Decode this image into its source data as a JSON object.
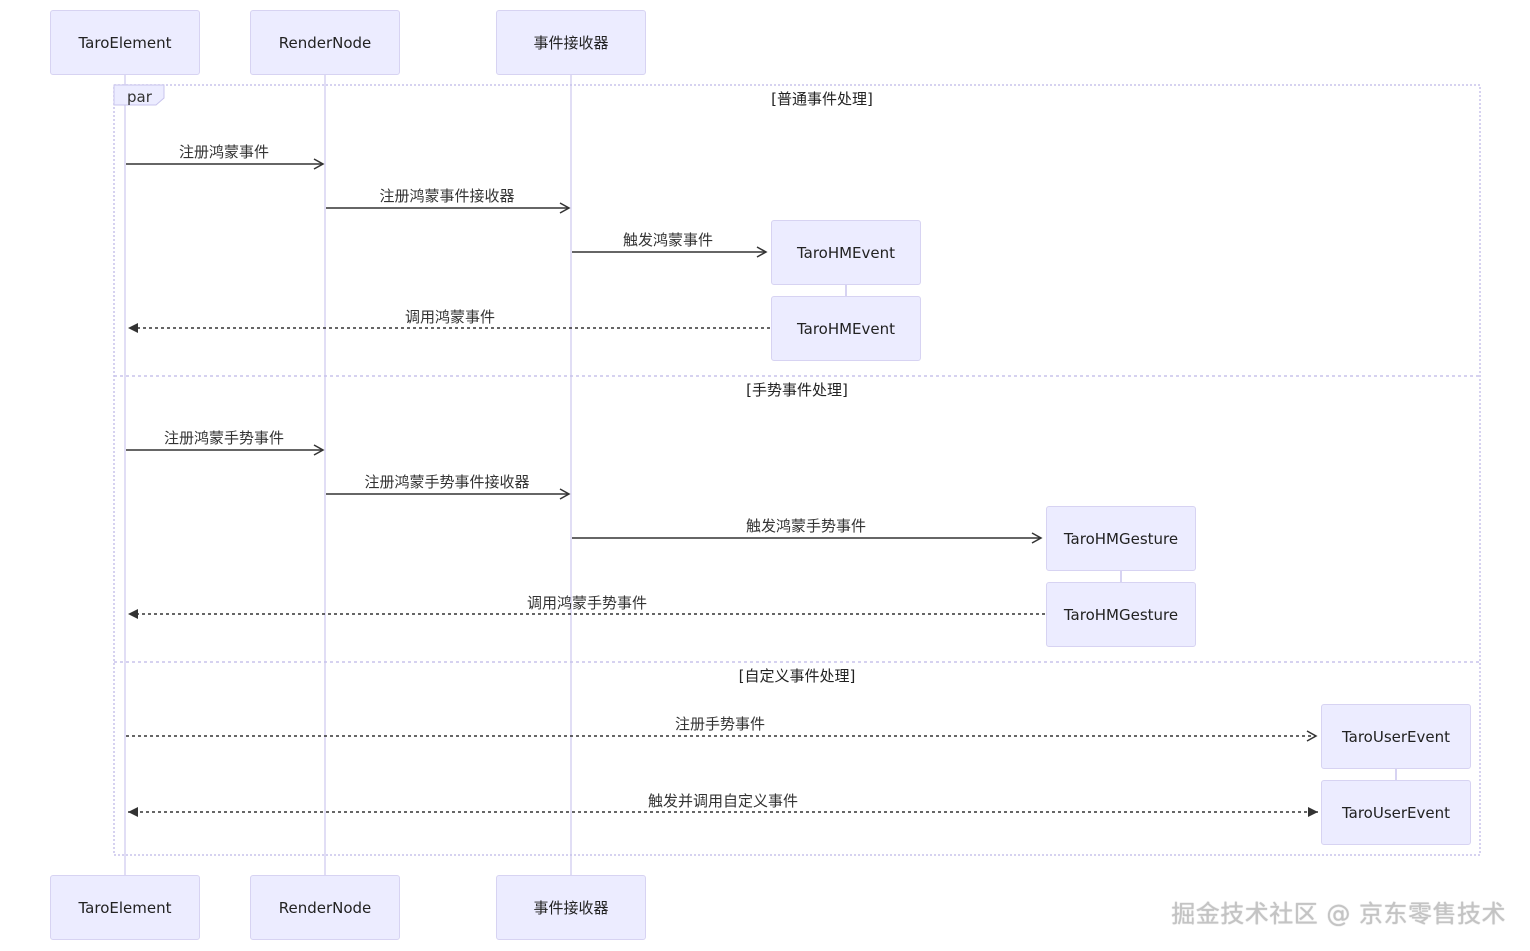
{
  "participants": [
    "TaroElement",
    "RenderNode",
    "事件接收器"
  ],
  "par_label": "par",
  "sections": [
    {
      "title": "[普通事件处理]",
      "messages": [
        {
          "text": "注册鸿蒙事件",
          "style": "solid"
        },
        {
          "text": "注册鸿蒙事件接收器",
          "style": "solid"
        },
        {
          "text": "触发鸿蒙事件",
          "style": "solid"
        },
        {
          "text": "调用鸿蒙事件",
          "style": "dotted"
        }
      ],
      "created_boxes": [
        "TaroHMEvent",
        "TaroHMEvent"
      ]
    },
    {
      "title": "[手势事件处理]",
      "messages": [
        {
          "text": "注册鸿蒙手势事件",
          "style": "solid"
        },
        {
          "text": "注册鸿蒙手势事件接收器",
          "style": "solid"
        },
        {
          "text": "触发鸿蒙手势事件",
          "style": "solid"
        },
        {
          "text": "调用鸿蒙手势事件",
          "style": "dotted"
        }
      ],
      "created_boxes": [
        "TaroHMGesture",
        "TaroHMGesture"
      ]
    },
    {
      "title": "[自定义事件处理]",
      "messages": [
        {
          "text": "注册手势事件",
          "style": "dotted"
        },
        {
          "text": "触发并调用自定义事件",
          "style": "dotted"
        }
      ],
      "created_boxes": [
        "TaroUserEvent",
        "TaroUserEvent"
      ]
    }
  ],
  "watermark": "掘金技术社区 @ 京东零售技术",
  "colors": {
    "actor_fill": "#ECECFF",
    "actor_border": "#D7D3F2",
    "lifeline": "#D7D3F2",
    "arrow": "#333333",
    "frame": "#C8C4EC"
  }
}
